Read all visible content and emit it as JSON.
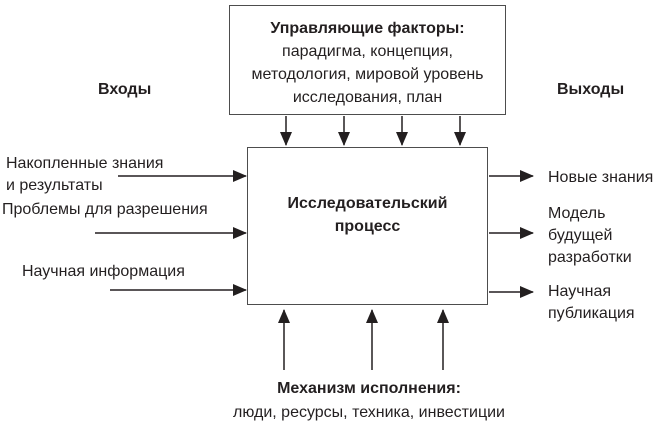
{
  "diagram": {
    "inputs_heading": "Входы",
    "outputs_heading": "Выходы",
    "control_box": {
      "title": "Управляющие факторы:",
      "items": "парадигма, концепция,\nметодология, мировой уровень\nисследования, план"
    },
    "process_box": {
      "label": "Исследовательский\nпроцесс"
    },
    "mechanism": {
      "title": "Механизм исполнения:",
      "items": "люди, ресурсы, техника, инвестиции"
    },
    "inputs": [
      {
        "label": "Накопленные знания\nи результаты"
      },
      {
        "label": "Проблемы для разрешения"
      },
      {
        "label": "Научная информация"
      }
    ],
    "outputs": [
      {
        "label": "Новые знания"
      },
      {
        "label": "Модель\nбудущей\nразработки"
      },
      {
        "label": "Научная\nпубликация"
      }
    ],
    "colors": {
      "text": "#231f20",
      "border": "#4d4d4d",
      "arrow": "#231f20",
      "background": "#ffffff"
    }
  }
}
